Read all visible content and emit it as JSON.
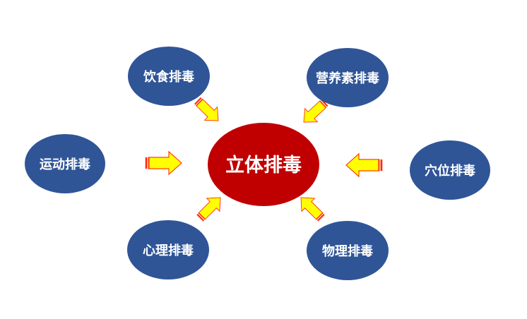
{
  "center": {
    "label": "立体排毒",
    "color": "#c00000"
  },
  "satellite_color": "#2f5597",
  "arrow_fill": "#ffff00",
  "arrow_stroke": "#ff2a00",
  "nodes": [
    {
      "id": "diet",
      "label": "饮食排毒"
    },
    {
      "id": "nutrition",
      "label": "营养素排毒"
    },
    {
      "id": "exercise",
      "label": "运动排毒"
    },
    {
      "id": "acupoint",
      "label": "穴位排毒"
    },
    {
      "id": "psychology",
      "label": "心理排毒"
    },
    {
      "id": "physics",
      "label": "物理排毒"
    }
  ]
}
